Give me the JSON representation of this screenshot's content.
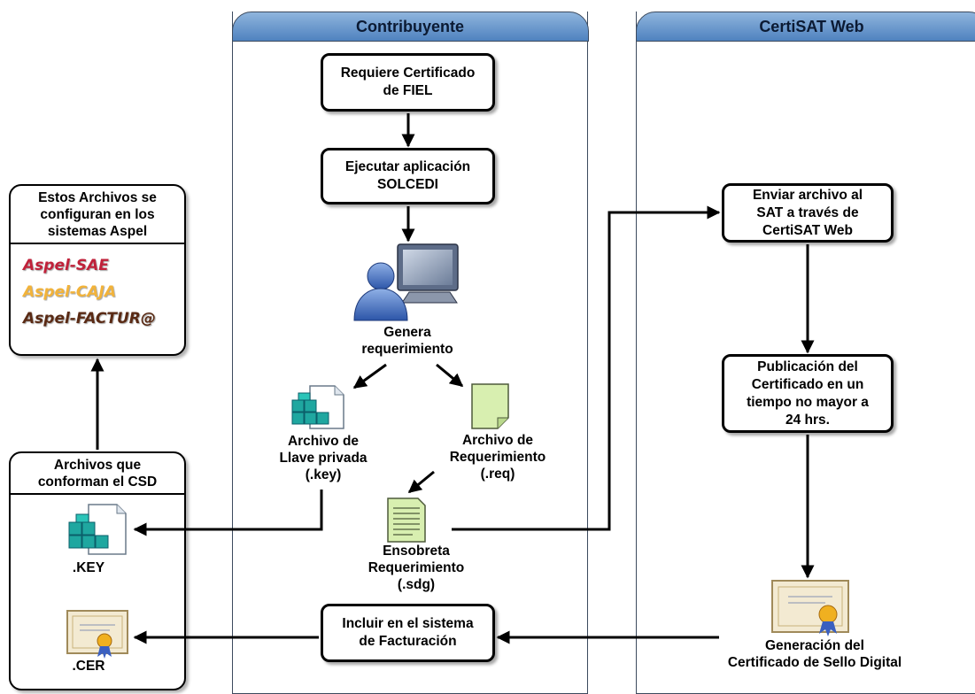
{
  "lanes": {
    "contribuyente": "Contribuyente",
    "certisat": "CertiSAT Web"
  },
  "nodes": {
    "requiere": "Requiere Certificado\nde FIEL",
    "ejecutar": "Ejecutar aplicación\nSOLCEDI",
    "enviar": "Enviar archivo al\nSAT a través de\nCertiSAT Web",
    "publicacion": "Publicación del\nCertificado en un\ntiempo no mayor a\n24 hrs.",
    "incluir": "Incluir en el sistema\nde Facturación"
  },
  "labels": {
    "genera": "Genera\nrequerimiento",
    "llave": "Archivo de\nLlave privada\n(.key)",
    "requerimiento": "Archivo de\nRequerimiento\n(.req)",
    "ensobreta": "Ensobreta\nRequerimiento\n(.sdg)",
    "generacion": "Generación del\nCertificado de Sello Digital",
    "key": ".KEY",
    "cer": ".CER"
  },
  "panels": {
    "aspel_title": "Estos Archivos se\nconfiguran en los\nsistemas Aspel",
    "csd_title": "Archivos que\nconforman el CSD"
  },
  "brands": [
    {
      "text": "Aspel-SAE",
      "color": "#c0213a"
    },
    {
      "text": "Aspel-CAJA",
      "color": "#f2b33a"
    },
    {
      "text": "Aspel-FACTUR@",
      "color": "#5a2a14"
    }
  ],
  "colors": {
    "lane_header": "#4f82bf",
    "connector": "#000000",
    "document_fill": "#d8efb0"
  },
  "icons": [
    "user-computer-icon",
    "registry-file-icon",
    "document-icon",
    "text-document-icon",
    "certificate-icon"
  ]
}
